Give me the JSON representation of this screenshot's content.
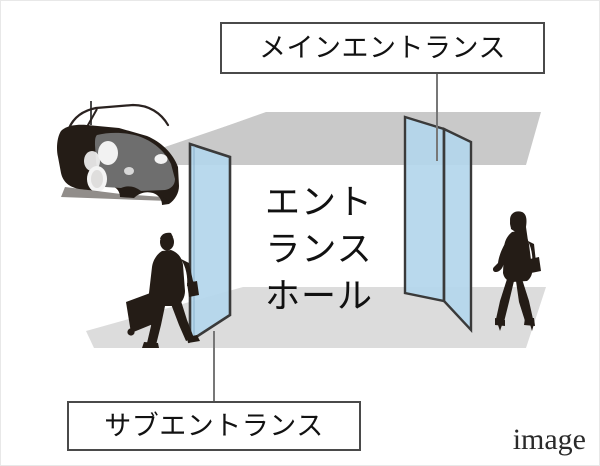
{
  "figure": {
    "kind": "architectural-perspective-illustration",
    "watermark": "image",
    "background_color": "#ffffff",
    "border_color": "#e8e8e8"
  },
  "callouts": [
    {
      "id": "main-entrance",
      "label": "メインエントランス",
      "position": "top",
      "box_border_color": "#4a4a4a",
      "leader_line_color": "#777777"
    },
    {
      "id": "sub-entrance",
      "label": "サブエントランス",
      "position": "bottom",
      "box_border_color": "#4a4a4a",
      "leader_line_color": "#777777"
    }
  ],
  "hall_label": {
    "lines": [
      "エントランス",
      "ホール"
    ],
    "line1": "エント",
    "line2": "ランス",
    "line3": "ホール",
    "text_color": "#111111"
  },
  "scene": {
    "ceiling_plane_color": "#c9c9c9",
    "floor_plane_color": "#dcdcdc",
    "glass_color": "#b3d6ec",
    "glass_frame_color": "#3a3a3a",
    "silhouette_color": "#231a14",
    "car_body_color": "#6e6e6e",
    "car_shadow_color": "#241c16",
    "elements": [
      {
        "name": "car",
        "description": "dark car silhouette at upper left, approaching sub entrance"
      },
      {
        "name": "man-with-suitcase",
        "description": "man in suit pulling a rolling suitcase, entering at left"
      },
      {
        "name": "woman-walking",
        "description": "woman with handbag walking at right"
      },
      {
        "name": "glass-panel-left",
        "description": "sub entrance glass wall"
      },
      {
        "name": "glass-panel-right-front",
        "description": "main entrance glass wall, front leaf"
      },
      {
        "name": "glass-panel-right-back",
        "description": "main entrance glass wall, back leaf"
      },
      {
        "name": "ceiling-plane",
        "description": "gray ceiling slab"
      },
      {
        "name": "floor-plane",
        "description": "gray floor slab"
      }
    ]
  }
}
